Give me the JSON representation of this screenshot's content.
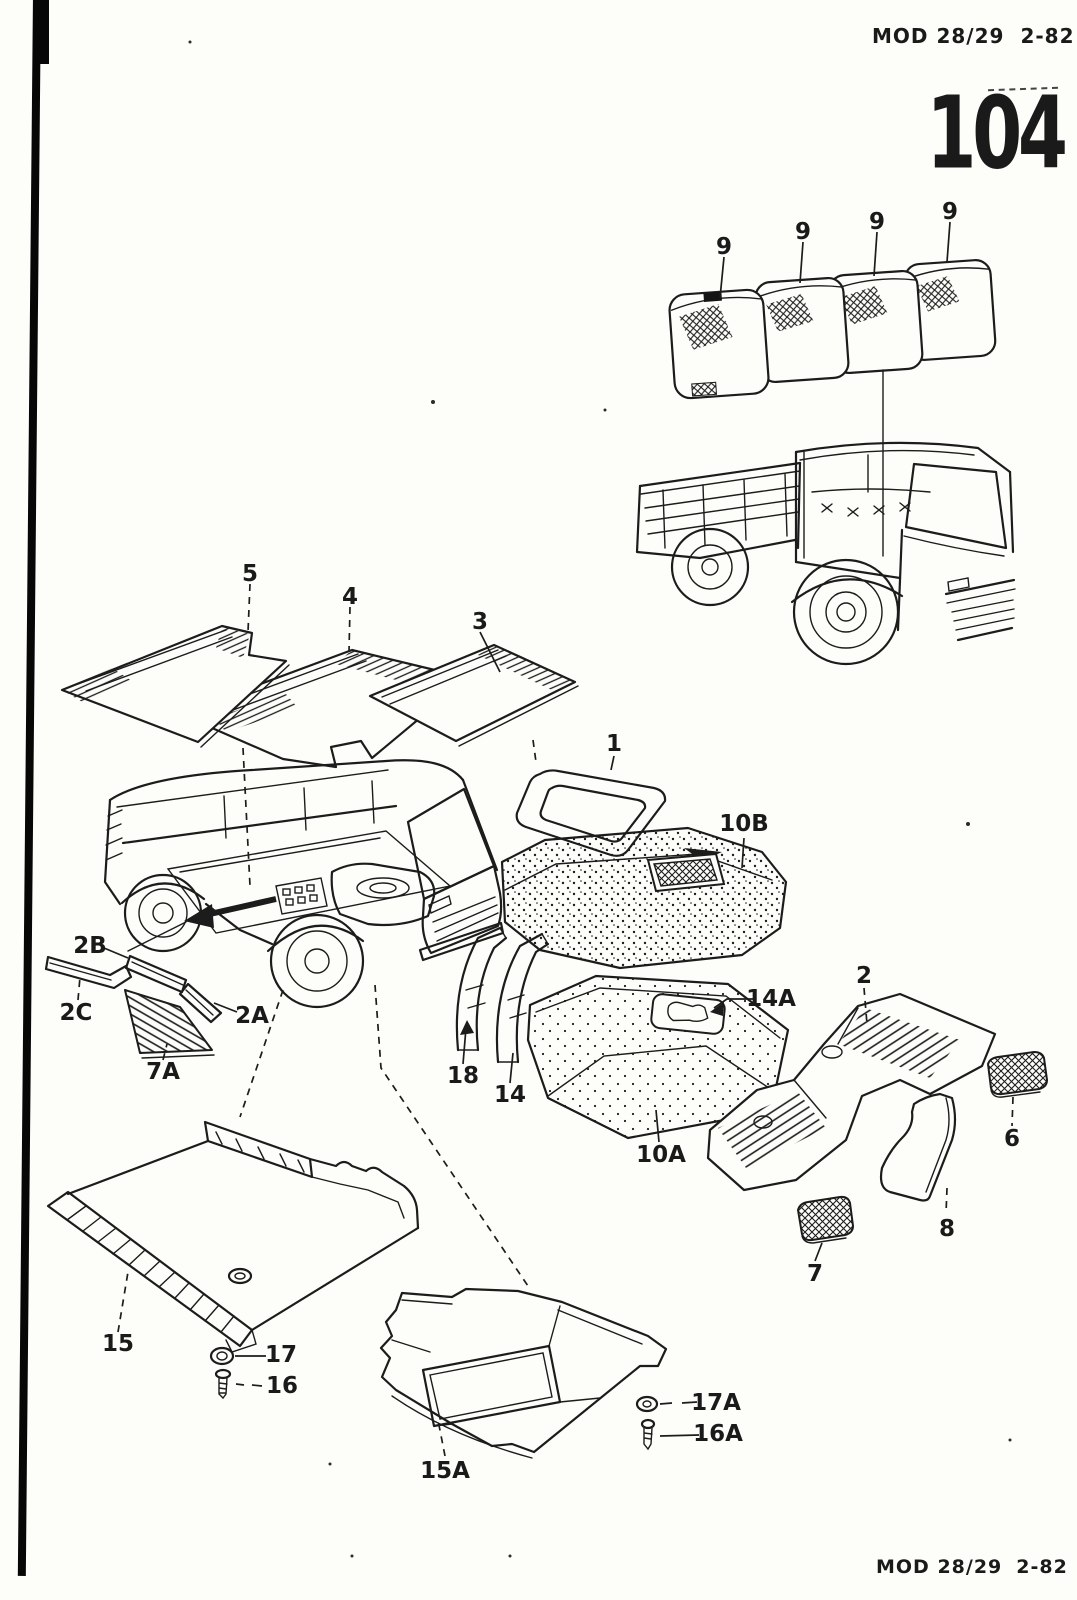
{
  "page": {
    "header": {
      "model": "MOD 28/29",
      "issue": "2-82"
    },
    "page_number": "104",
    "footer": {
      "model": "MOD 28/29",
      "issue": "2-82"
    }
  },
  "colors": {
    "ink": "#1c1c1c",
    "paper": "#fdfdfa"
  },
  "illustrations": {
    "truck": "flatbed-pickup-truck-line-art",
    "van": "van-cutaway-line-art",
    "window_pad": "window-insulation-panel"
  },
  "labels": {
    "p9a": "9",
    "p9b": "9",
    "p9c": "9",
    "p9d": "9",
    "p5": "5",
    "p4": "4",
    "p3": "3",
    "p1": "1",
    "p10B": "10B",
    "p2B": "2B",
    "p2C": "2C",
    "p2A": "2A",
    "p7A": "7A",
    "p18": "18",
    "p14": "14",
    "p14A": "14A",
    "p2": "2",
    "p10A": "10A",
    "p6": "6",
    "p8": "8",
    "p7": "7",
    "p15": "15",
    "p17": "17",
    "p16": "16",
    "p15A": "15A",
    "p17A": "17A",
    "p16A": "16A"
  }
}
